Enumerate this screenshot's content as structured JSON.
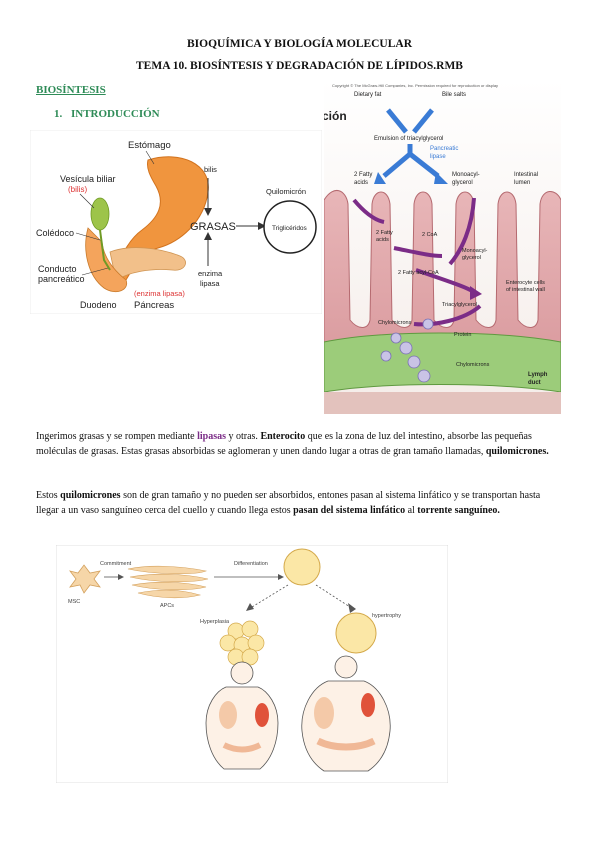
{
  "header": {
    "course": "BIOQUÍMICA Y BIOLOGÍA MOLECULAR",
    "topic": "TEMA 10. BIOSÍNTESIS Y DEGRADACIÓN DE LÍPIDOS.RMB"
  },
  "section": {
    "title": "BIOSÍNTESIS",
    "subsection_number": "1.",
    "subsection_title": "INTRODUCCIÓN"
  },
  "fig1": {
    "stomach": "Estómago",
    "gallbladder": "Vesícula biliar",
    "bile_in_gallbladder": "(bilis)",
    "common_bile_duct": "Colédoco",
    "pancreatic_duct_1": "Conducto",
    "pancreatic_duct_2": "pancreático",
    "duodenum": "Duodeno",
    "lipase_enzyme": "(enzima lipasa)",
    "pancreas": "Páncreas",
    "bile": "bilis",
    "fats": "GRASAS",
    "enzyme_1": "enzima",
    "enzyme_2": "lipasa",
    "chylomicron": "Quilomicrón",
    "triglycerides": "Triglicéridos"
  },
  "fig2": {
    "copyright": "Copyright © The McGraw-Hill Companies, Inc. Permission required for reproduction or display",
    "title_fragment": "ción",
    "dietary_fat": "Dietary fat",
    "bile_salts": "Bile salts",
    "emulsion": "Emulsion of triacylglycerol",
    "pancreatic_lipase_1": "Pancreatic",
    "pancreatic_lipase_2": "lipase",
    "fatty_acids_1": "2 Fatty",
    "fatty_acids_2": "acids",
    "monoacyl_1": "Monoacyl-",
    "monoacyl_2": "glycerol",
    "intestinal_lumen_1": "Intestinal",
    "intestinal_lumen_2": "lumen",
    "fatty_acids_in_1": "2 Fatty",
    "fatty_acids_in_2": "acids",
    "coa": "2 CoA",
    "monoacyl_in_1": "Monoacyl-",
    "monoacyl_in_2": "glycerol",
    "fatty_acyl_coa": "2 Fatty acyl-CoA",
    "enterocyte_1": "Enterocyte cells",
    "enterocyte_2": "of intestinal wall",
    "triacylglycerol": "Triacylglycerol",
    "chylomicrons_cell": "Chylomicrons",
    "protein": "Protein",
    "chylomicrons_duct": "Chylomicrons",
    "lymph_duct_1": "Lymph",
    "lymph_duct_2": "duct"
  },
  "paragraph1": {
    "t1": "Ingerimos grasas y se rompen mediante ",
    "lipasas": "lipasas",
    "t2": " y otras. ",
    "enterocito": "Enterocito",
    "t3": " que es la zona de luz del intestino, absorbe las pequeñas moléculas de grasas. Estas grasas absorbidas se aglomeran y unen dando lugar a otras de gran tamaño llamadas, ",
    "quilomicrones": "quilomicrones."
  },
  "paragraph2": {
    "t1": "Estos ",
    "quilomicrones": "quilomicrones",
    "t2": " son de gran tamaño y no pueden ser absorbidos, entones pasan al sistema linfático y se transportan hasta llegar a un vaso sanguíneo cerca del cuello y cuando llega estos ",
    "pasan": "pasan del sistema linfático",
    "t3": " al ",
    "torrente": "torrente sanguíneo."
  },
  "fig3": {
    "commitment": "Commitment",
    "differentiation": "Differentiation",
    "msc": "MSC",
    "apcs": "APCs",
    "hyperplasia": "Hyperplasia",
    "hypertrophy": "hypertrophy"
  }
}
